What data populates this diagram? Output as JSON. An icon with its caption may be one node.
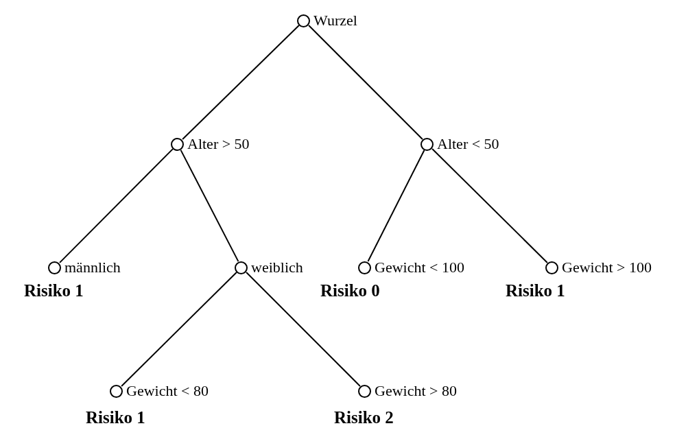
{
  "diagram": {
    "nodes": [
      {
        "text": [
          "Wurzel"
        ]
      },
      {
        "text": [
          "Alter > 50"
        ]
      },
      {
        "text": [
          "Alter < 50"
        ]
      },
      {
        "text": [
          "männlich"
        ],
        "beside": [
          "Risiko 1"
        ]
      },
      {
        "text": [
          "weiblich"
        ]
      },
      {
        "text": [
          "Gewicht < 100"
        ],
        "beside": [
          "Risiko 0"
        ]
      },
      {
        "text": [
          "Gewicht > 100"
        ],
        "beside": [
          "Risiko 1"
        ]
      },
      {
        "text": [
          "Gewicht < 80"
        ],
        "beside": [
          "Risiko 1"
        ]
      },
      {
        "text": [
          "Gewicht > 80"
        ],
        "beside": [
          "Risiko 2"
        ]
      }
    ],
    "edges": [
      {
        "from": 0,
        "to": 1,
        "arrow": "none"
      },
      {
        "from": 0,
        "to": 2,
        "arrow": "none"
      },
      {
        "from": 1,
        "to": 3,
        "arrow": "none"
      },
      {
        "from": 1,
        "to": 4,
        "arrow": "none"
      },
      {
        "from": 2,
        "to": 5,
        "arrow": "none"
      },
      {
        "from": 2,
        "to": 6,
        "arrow": "none"
      },
      {
        "from": 4,
        "to": 7,
        "arrow": "none"
      },
      {
        "from": 4,
        "to": 8,
        "arrow": "none"
      }
    ]
  }
}
